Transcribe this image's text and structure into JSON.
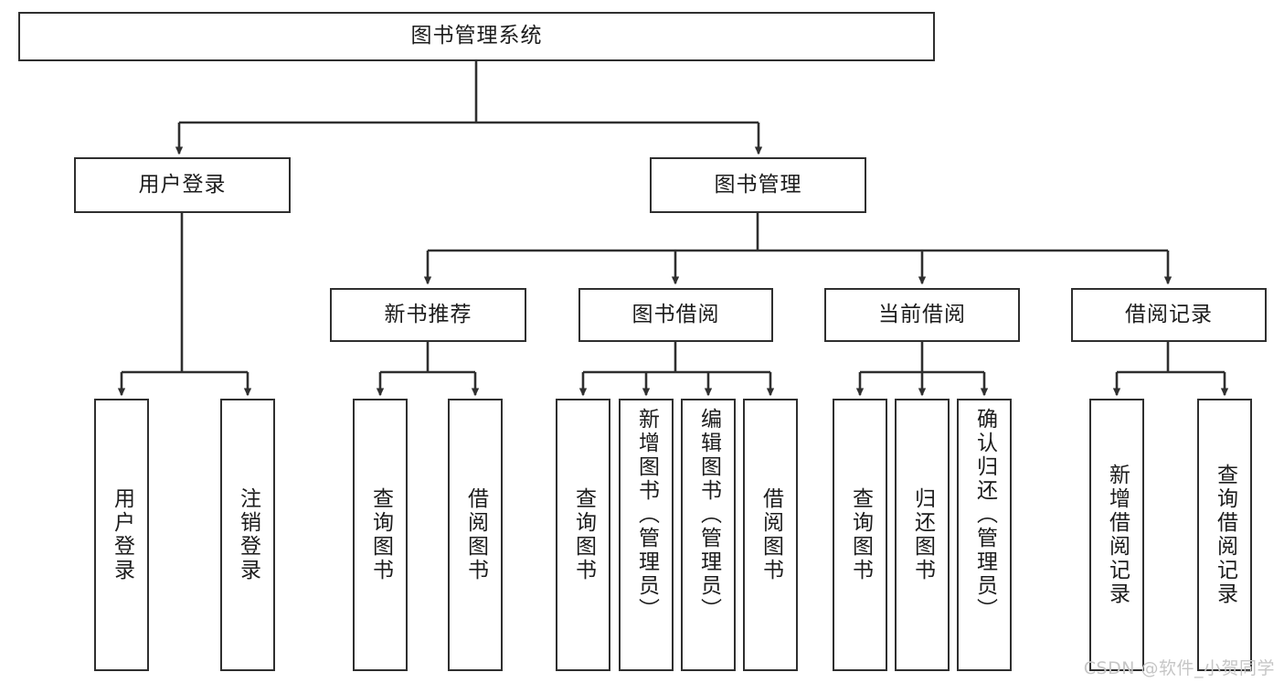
{
  "diagram": {
    "type": "tree-hierarchy-chart",
    "title": "图书管理系统",
    "colors": {
      "box_border": "#2f2f2f",
      "box_fill": "#ffffff",
      "connector": "#2f2f2f",
      "text": "#1c1c1c",
      "watermark": "#c6c6c6",
      "background": "#ffffff"
    },
    "levels": {
      "root": {
        "label": "图书管理系统"
      },
      "level1": [
        {
          "id": "user-login",
          "label": "用户登录"
        },
        {
          "id": "book-management",
          "label": "图书管理"
        }
      ],
      "level2": [
        {
          "id": "new-book-recommend",
          "label": "新书推荐",
          "parent": "book-management"
        },
        {
          "id": "book-borrow",
          "label": "图书借阅",
          "parent": "book-management"
        },
        {
          "id": "current-borrow",
          "label": "当前借阅",
          "parent": "book-management"
        },
        {
          "id": "borrow-record",
          "label": "借阅记录",
          "parent": "book-management"
        }
      ],
      "leaves": {
        "user-login": [
          {
            "id": "leaf-user-login",
            "label": "用户登录"
          },
          {
            "id": "leaf-user-logout",
            "label": "注销登录"
          }
        ],
        "new-book-recommend": [
          {
            "id": "leaf-query-book-1",
            "label": "查询图书"
          },
          {
            "id": "leaf-borrow-book-1",
            "label": "借阅图书"
          }
        ],
        "book-borrow": [
          {
            "id": "leaf-query-book-2",
            "label": "查询图书"
          },
          {
            "id": "leaf-add-book",
            "label": "新增图书（管理员）"
          },
          {
            "id": "leaf-edit-book",
            "label": "编辑图书（管理员）"
          },
          {
            "id": "leaf-borrow-book-2",
            "label": "借阅图书"
          }
        ],
        "current-borrow": [
          {
            "id": "leaf-query-book-3",
            "label": "查询图书"
          },
          {
            "id": "leaf-return-book",
            "label": "归还图书"
          },
          {
            "id": "leaf-confirm-return",
            "label": "确认归还（管理员）"
          }
        ],
        "borrow-record": [
          {
            "id": "leaf-add-borrow-record",
            "label": "新增借阅记录"
          },
          {
            "id": "leaf-query-borrow-record",
            "label": "查询借阅记录"
          }
        ]
      }
    },
    "watermark": "CSDN @软件_小贺同学"
  }
}
